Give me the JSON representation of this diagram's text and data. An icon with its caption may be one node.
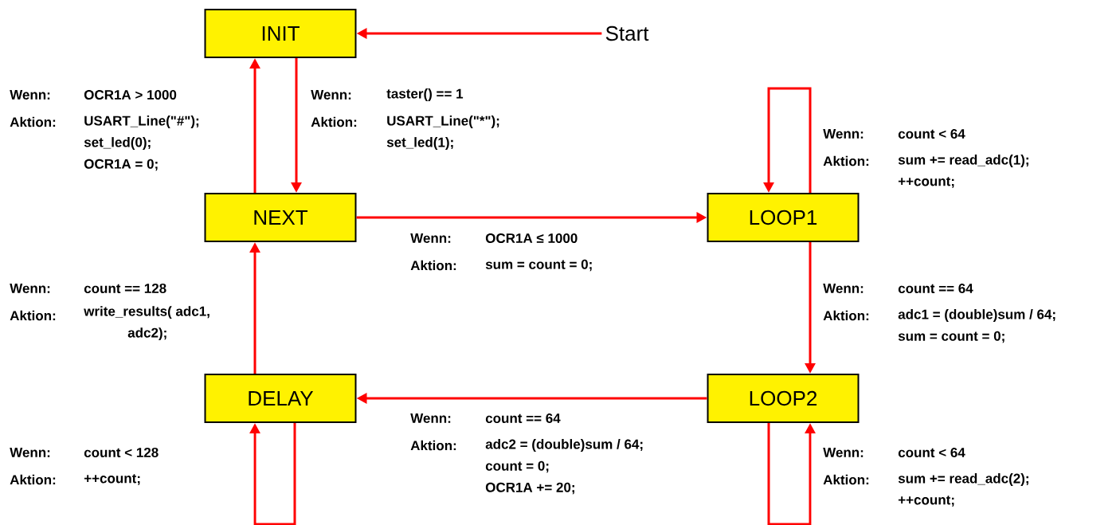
{
  "diagram": {
    "nodes": [
      {
        "text": [
          "INIT"
        ]
      },
      {
        "text": [
          "Start"
        ]
      },
      {
        "text": [
          "NEXT"
        ]
      },
      {
        "text": [
          "LOOP1"
        ]
      },
      {
        "text": [
          "DELAY"
        ]
      },
      {
        "text": [
          "LOOP2"
        ]
      }
    ],
    "edges": [
      {
        "from": 1,
        "to": 0,
        "arrow": "to"
      },
      {
        "from": 2,
        "to": 0,
        "arrow": "to"
      },
      {
        "from": 0,
        "to": 2,
        "arrow": "to"
      },
      {
        "from": 2,
        "to": 3,
        "arrow": "to"
      },
      {
        "from": 3,
        "to": 3,
        "arrow": "to"
      },
      {
        "from": 3,
        "to": 5,
        "arrow": "to"
      },
      {
        "from": 5,
        "to": 4,
        "arrow": "to"
      },
      {
        "from": 4,
        "to": 2,
        "arrow": "to"
      },
      {
        "from": 4,
        "to": 4,
        "arrow": "to"
      },
      {
        "from": 5,
        "to": 5,
        "arrow": "to"
      }
    ],
    "labels": [
      "Wenn:",
      "OCR1A > 1000",
      "Aktion:",
      "USART_Line(\"#\");",
      "set_led(0);",
      "OCR1A = 0;",
      "Wenn:",
      "taster() == 1",
      "Aktion:",
      "USART_Line(\"*\");",
      "set_led(1);",
      "Wenn:",
      "count < 64",
      "Aktion:",
      "sum += read_adc(1);",
      "++count;",
      "Wenn:",
      "OCR1A ≤ 1000",
      "Aktion:",
      "sum = count = 0;",
      "Wenn:",
      "count == 128",
      "Aktion:",
      "write_results( adc1, adc2);",
      "Wenn:",
      "count == 64",
      "Aktion:",
      "adc1 = (double)sum / 64;",
      "sum = count = 0;",
      "Wenn:",
      "count == 64",
      "Aktion:",
      "adc2 = (double)sum / 64;",
      "count = 0;",
      "OCR1A += 20;",
      "Wenn:",
      "count < 128",
      "Aktion:",
      "++count;",
      "Wenn:",
      "count < 64",
      "Aktion:",
      "sum += read_adc(2);",
      "++count;"
    ]
  }
}
